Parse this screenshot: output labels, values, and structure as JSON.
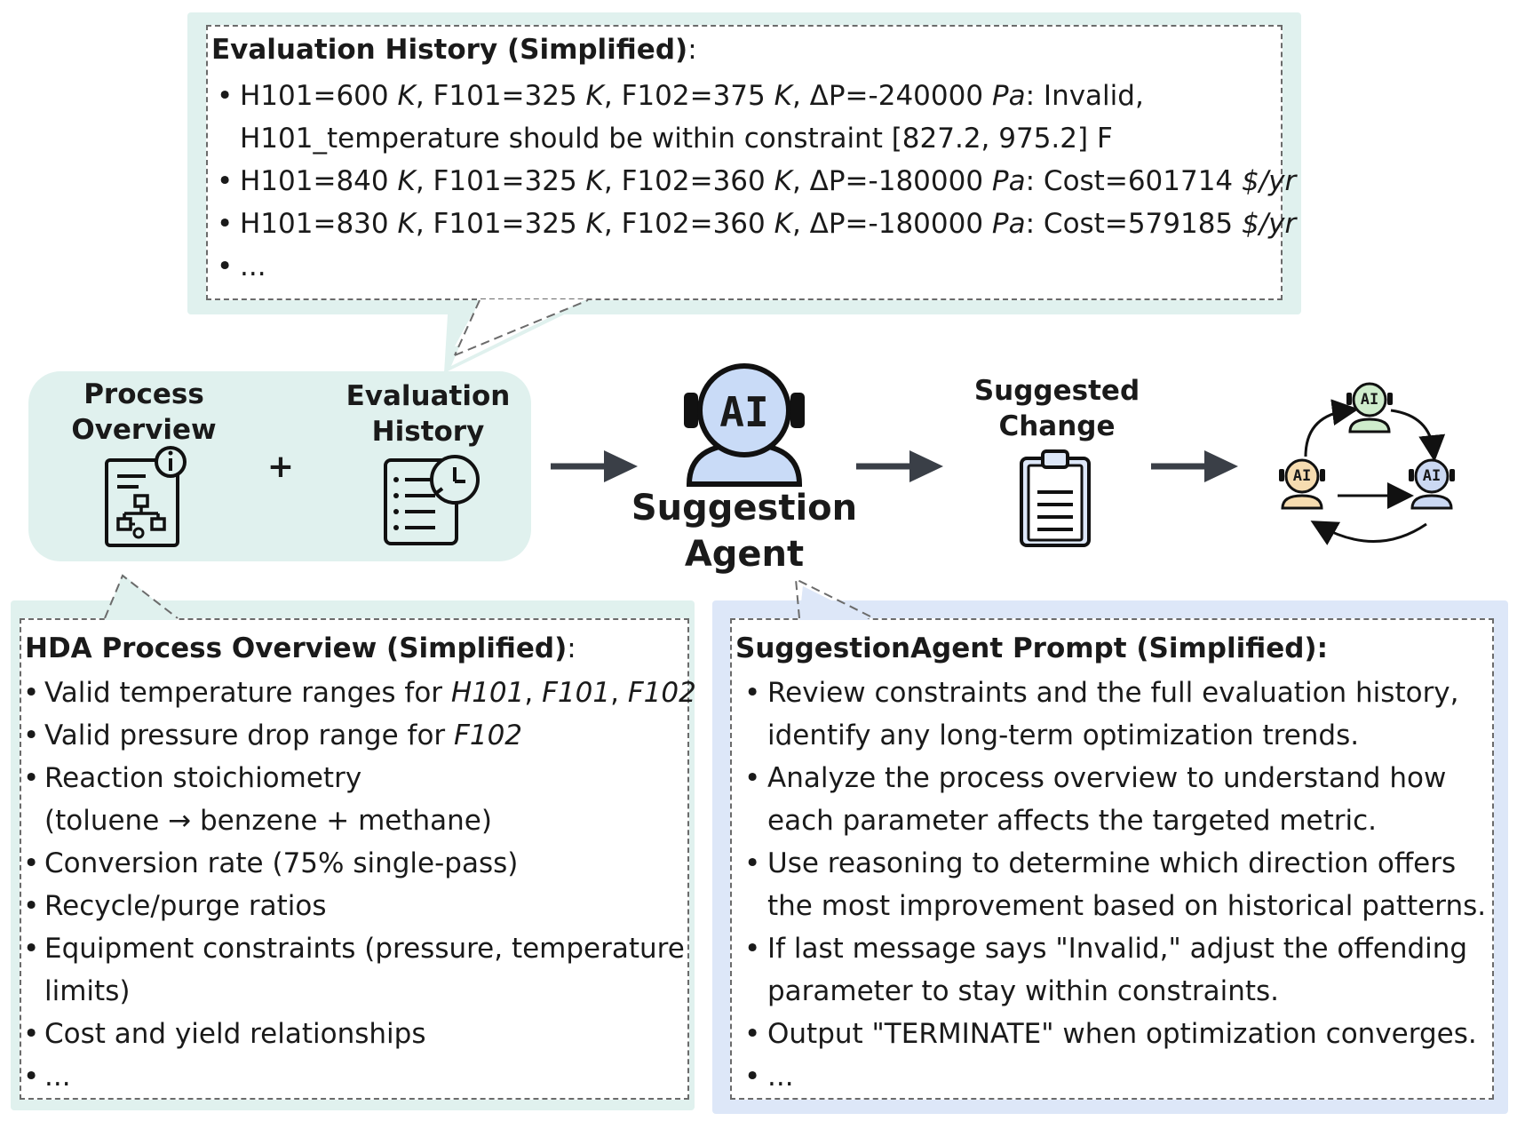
{
  "eval_box": {
    "title": "Evaluation History (Simplified)",
    "colon": ":",
    "items": [
      {
        "segments": [
          {
            "t": "H101=600 "
          },
          {
            "t": "K",
            "i": true
          },
          {
            "t": ", F101=325 "
          },
          {
            "t": "K",
            "i": true
          },
          {
            "t": ", F102=375 "
          },
          {
            "t": "K",
            "i": true
          },
          {
            "t": ", ΔP=-240000 "
          },
          {
            "t": "Pa",
            "i": true
          },
          {
            "t": ": Invalid,"
          }
        ],
        "cont": "H101_temperature should be within constraint [827.2, 975.2] F"
      },
      {
        "segments": [
          {
            "t": "H101=840 "
          },
          {
            "t": "K",
            "i": true
          },
          {
            "t": ", F101=325 "
          },
          {
            "t": "K",
            "i": true
          },
          {
            "t": ", F102=360 "
          },
          {
            "t": "K",
            "i": true
          },
          {
            "t": ", ΔP=-180000 "
          },
          {
            "t": "Pa",
            "i": true
          },
          {
            "t": ": Cost=601714 "
          },
          {
            "t": "$/yr",
            "i": true
          }
        ]
      },
      {
        "segments": [
          {
            "t": "H101=830 "
          },
          {
            "t": "K",
            "i": true
          },
          {
            "t": ", F101=325 "
          },
          {
            "t": "K",
            "i": true
          },
          {
            "t": ", F102=360 "
          },
          {
            "t": "K",
            "i": true
          },
          {
            "t": ", ΔP=-180000 "
          },
          {
            "t": "Pa",
            "i": true
          },
          {
            "t": ": Cost=579185 "
          },
          {
            "t": "$/yr",
            "i": true
          }
        ]
      },
      {
        "segments": [
          {
            "t": "..."
          }
        ]
      }
    ]
  },
  "inputs": {
    "process_label": "Process\nOverview",
    "plus": "+",
    "history_label": "Evaluation\nHistory"
  },
  "agent": {
    "badge": "AI",
    "label": "Suggestion\nAgent"
  },
  "output": {
    "label": "Suggested\nChange"
  },
  "cycle": {
    "badge": "AI"
  },
  "hda_box": {
    "title": "HDA Process Overview (Simplified)",
    "colon": ":",
    "items": [
      {
        "segments": [
          {
            "t": "Valid temperature ranges for "
          },
          {
            "t": "H101",
            "i": true
          },
          {
            "t": ", "
          },
          {
            "t": "F101",
            "i": true
          },
          {
            "t": ", "
          },
          {
            "t": "F102",
            "i": true
          }
        ]
      },
      {
        "segments": [
          {
            "t": "Valid pressure drop range for "
          },
          {
            "t": "F102",
            "i": true
          }
        ]
      },
      {
        "segments": [
          {
            "t": "Reaction stoichiometry"
          }
        ],
        "cont": "(toluene → benzene + methane)"
      },
      {
        "segments": [
          {
            "t": "Conversion rate (75% single-pass)"
          }
        ]
      },
      {
        "segments": [
          {
            "t": "Recycle/purge ratios"
          }
        ]
      },
      {
        "segments": [
          {
            "t": "Equipment constraints (pressure, temperature"
          }
        ],
        "cont": "limits)"
      },
      {
        "segments": [
          {
            "t": "Cost and yield relationships"
          }
        ]
      },
      {
        "segments": [
          {
            "t": "..."
          }
        ]
      }
    ]
  },
  "prompt_box": {
    "title": "SuggestionAgent Prompt (Simplified):",
    "items": [
      {
        "segments": [
          {
            "t": "Review constraints and the full evaluation history,"
          }
        ],
        "cont": "identify any long-term optimization trends."
      },
      {
        "segments": [
          {
            "t": "Analyze the process overview to understand how"
          }
        ],
        "cont": "each parameter affects the targeted metric."
      },
      {
        "segments": [
          {
            "t": "Use reasoning to determine which direction offers"
          }
        ],
        "cont": "the most improvement based on historical patterns."
      },
      {
        "segments": [
          {
            "t": "If last message says \"Invalid,\" adjust the offending"
          }
        ],
        "cont": "parameter to stay within constraints."
      },
      {
        "segments": [
          {
            "t": "Output \"TERMINATE\" when optimization converges."
          }
        ]
      },
      {
        "segments": [
          {
            "t": "..."
          }
        ]
      }
    ]
  },
  "colors": {
    "teal_bg": "#e0f1ee",
    "blue_bg": "#dde7f8",
    "arrow": "#3a3f47",
    "agent_face": "#c9dbf7",
    "cycle_green": "#cfeccc",
    "cycle_orange": "#f6dcb0",
    "cycle_blue": "#cbd8f2"
  }
}
